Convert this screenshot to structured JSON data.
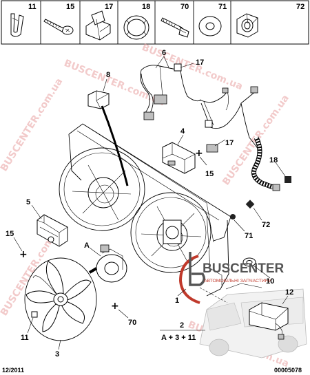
{
  "header_parts": [
    {
      "num": "11",
      "icon": "clip-icon"
    },
    {
      "num": "15",
      "icon": "screw-icon"
    },
    {
      "num": "17",
      "icon": "bracket-clip-icon"
    },
    {
      "num": "18",
      "icon": "ring-clamp-icon"
    },
    {
      "num": "70",
      "icon": "bolt-icon"
    },
    {
      "num": "71",
      "icon": "washer-icon"
    },
    {
      "num": "72",
      "icon": "nut-icon"
    }
  ],
  "callouts": {
    "c6": "6",
    "c8": "8",
    "c17a": "17",
    "c17b": "17",
    "c4": "4",
    "c15a": "15",
    "c18": "18",
    "c5": "5",
    "c15b": "15",
    "c72": "72",
    "c71": "71",
    "cA": "A",
    "c10": "10",
    "c12": "12",
    "c1": "1",
    "c70": "70",
    "c2": "2",
    "c_formula": "A + 3 + 11",
    "c11": "11",
    "c3": "3"
  },
  "footer": {
    "date": "12/2011",
    "code": "00005078"
  },
  "logo": {
    "name": "BUSCENTER",
    "tagline": "АВТОМОБІЛЬНІ ЗАПЧАСТИНИ",
    "accent": "#c0392b"
  },
  "watermarks": [
    "BUSCENTER.com.ua",
    "BUSCENTER.com.ua",
    "BUSCENTER.com.ua",
    "BUSCENTER.com.ua",
    "BUSCENTER.com.ua",
    "BUSCENTER.com.ua"
  ]
}
